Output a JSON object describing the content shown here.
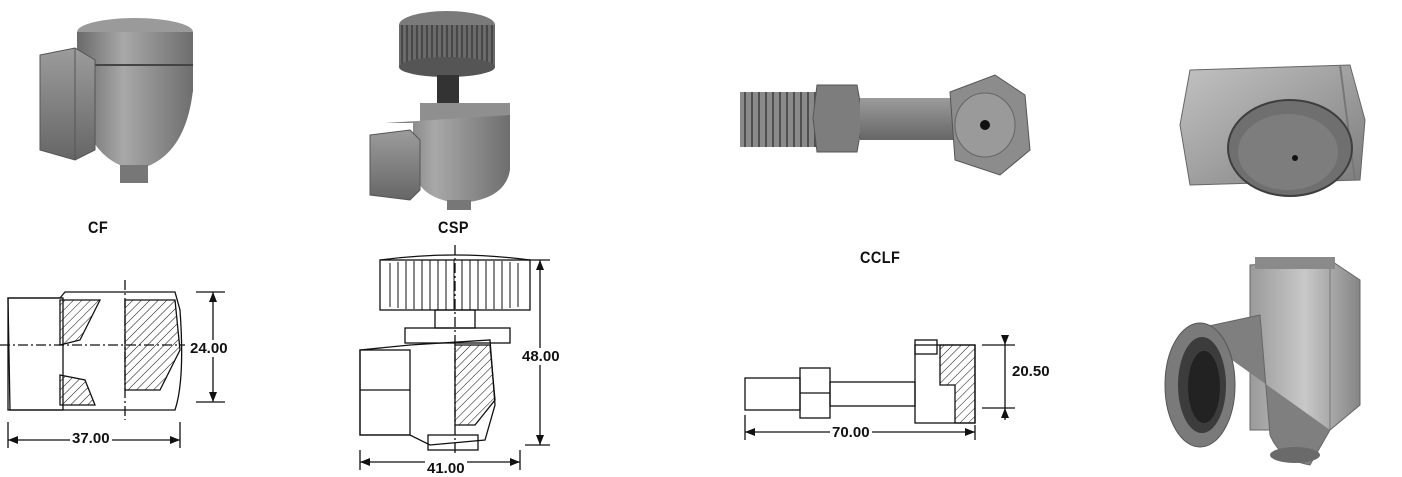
{
  "products": [
    {
      "name": "CF",
      "photo_icon": "elbow-nozzle-body-photo",
      "drawing_icon": "cf-section-drawing",
      "dimensions": [
        "24.00",
        "37.00"
      ]
    },
    {
      "name": "CSP",
      "photo_icon": "valve-with-knob-photo",
      "drawing_icon": "csp-section-drawing",
      "dimensions": [
        "48.00",
        "41.00"
      ]
    },
    {
      "name": "CCLF",
      "photo_icon": "threaded-extension-nozzle-photo",
      "drawing_icon": "cclf-section-drawing",
      "dimensions": [
        "20.50",
        "70.00"
      ]
    },
    {
      "name": "",
      "photo_icon": "flat-fan-block-nozzle-photo",
      "drawing_icon": "hex-elbow-nozzle-photo",
      "dimensions": []
    }
  ],
  "colors": {
    "metal": "#8a8a8a",
    "metal_light": "#b5b5b5",
    "metal_dark": "#5c5c5c",
    "line": "#111111"
  }
}
